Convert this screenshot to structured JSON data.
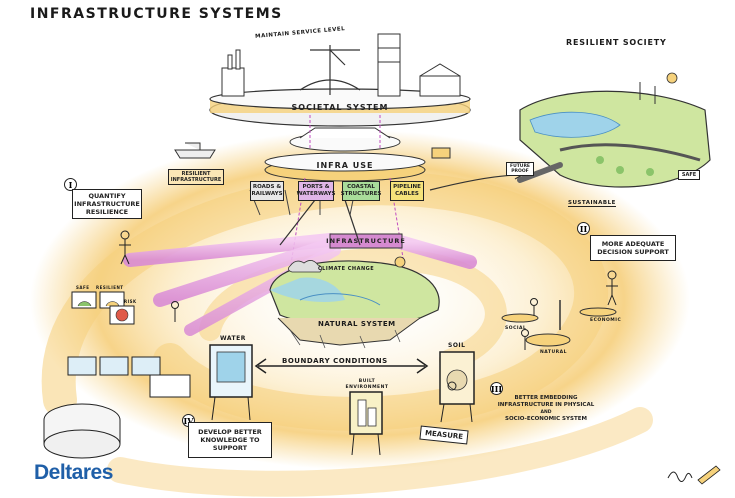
{
  "title": "INFRASTRUCTURE SYSTEMS",
  "top_labels": {
    "maintain_service_level": "MAINTAIN SERVICE LEVEL",
    "societal_system": "SOCIETAL SYSTEM",
    "infra_use": "INFRA USE",
    "resilient_infrastructure": "RESILIENT INFRASTRUCTURE",
    "resilient_society": "RESILIENT SOCIETY"
  },
  "sectors": [
    {
      "label": "ROADS & RAILWAYS",
      "color": "#e8e8e8"
    },
    {
      "label": "PORTS & WATERWAYS",
      "color": "#e0b6e8"
    },
    {
      "label": "COASTAL STRUCTURES",
      "color": "#a9dc9a"
    },
    {
      "label": "PIPELINE CABLES",
      "color": "#f5e27a"
    }
  ],
  "core_labels": {
    "infrastructure": "INFRASTRUCTURE",
    "climate_change": "CLIMATE CHANGE",
    "natural_system": "NATURAL SYSTEM",
    "boundary_conditions": "BOUNDARY CONDITIONS",
    "water": "WATER",
    "soil": "SOIL",
    "built_environment": "BUILT ENVIRONMENT",
    "measure": "MEASURE"
  },
  "society_labels": {
    "future_proof": "FUTURE PROOF",
    "safe": "SAFE",
    "sustainable": "SUSTAINABLE"
  },
  "balance_labels": {
    "social": "SOCIAL",
    "economic": "ECONOMIC",
    "natural": "NATURAL"
  },
  "dashboard_labels": {
    "safe": "SAFE",
    "resilient": "RESILIENT",
    "risk": "RISK"
  },
  "callouts": [
    {
      "num": "I",
      "text": "QUANTIFY INFRASTRUCTURE RESILIENCE"
    },
    {
      "num": "II",
      "text": "MORE ADEQUATE DECISION SUPPORT"
    },
    {
      "num": "III",
      "text_main": "BETTER EMBEDDING INFRASTRUCTURE IN PHYSICAL",
      "text_and": "AND",
      "text_end": "SOCIO-ECONOMIC SYSTEM"
    },
    {
      "num": "IV",
      "text": "DEVELOP BETTER KNOWLEDGE TO SUPPORT"
    }
  ],
  "logo": "Deltares",
  "colors": {
    "ring": "#f7d58a",
    "pipe": "#e9a9e6",
    "water": "#9fd3ea",
    "land": "#cfe6a0",
    "logo": "#1f5fa8"
  }
}
